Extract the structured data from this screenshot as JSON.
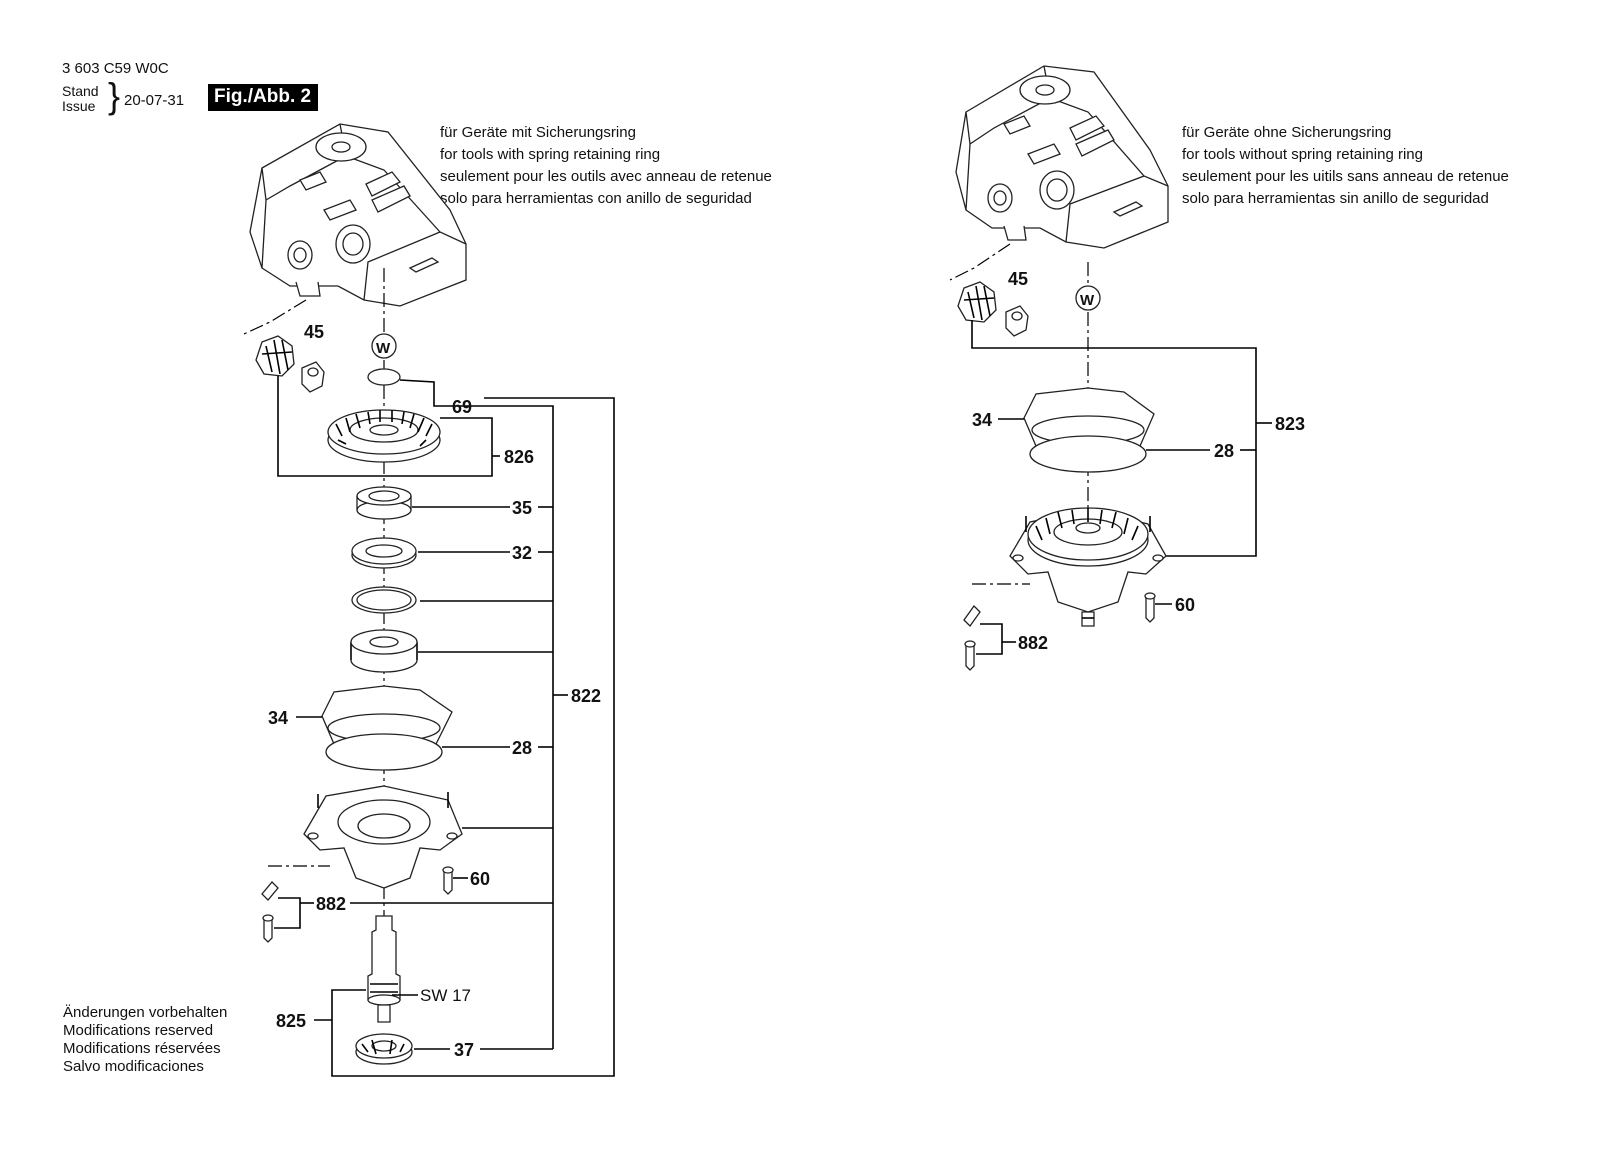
{
  "header": {
    "doc_code": "3 603 C59 W0C",
    "stand_label": "Stand",
    "issue_label": "Issue",
    "date": "20-07-31",
    "figure_label": "Fig./Abb. 2"
  },
  "left_note": [
    "für Geräte mit Sicherungsring",
    "for tools with spring retaining ring",
    "seulement pour les outils avec anneau de retenue",
    "solo para herramientas con anillo de seguridad"
  ],
  "right_note": [
    "für Geräte ohne Sicherungsring",
    "for tools without spring retaining ring",
    "seulement pour les uitils sans anneau de retenue",
    "solo para herramientas sin anillo de seguridad"
  ],
  "footer": [
    "Änderungen vorbehalten",
    "Modifications reserved",
    "Modifications réservées",
    "Salvo modificaciones"
  ],
  "left_parts": {
    "w_marker": "W",
    "p45": "45",
    "p69": "69",
    "p826": "826",
    "p35": "35",
    "p32": "32",
    "p822": "822",
    "p34": "34",
    "p28": "28",
    "p60": "60",
    "p882": "882",
    "sw17": "SW 17",
    "p825": "825",
    "p37": "37"
  },
  "right_parts": {
    "w_marker": "W",
    "p45": "45",
    "p34": "34",
    "p823": "823",
    "p28": "28",
    "p60": "60",
    "p882": "882"
  }
}
